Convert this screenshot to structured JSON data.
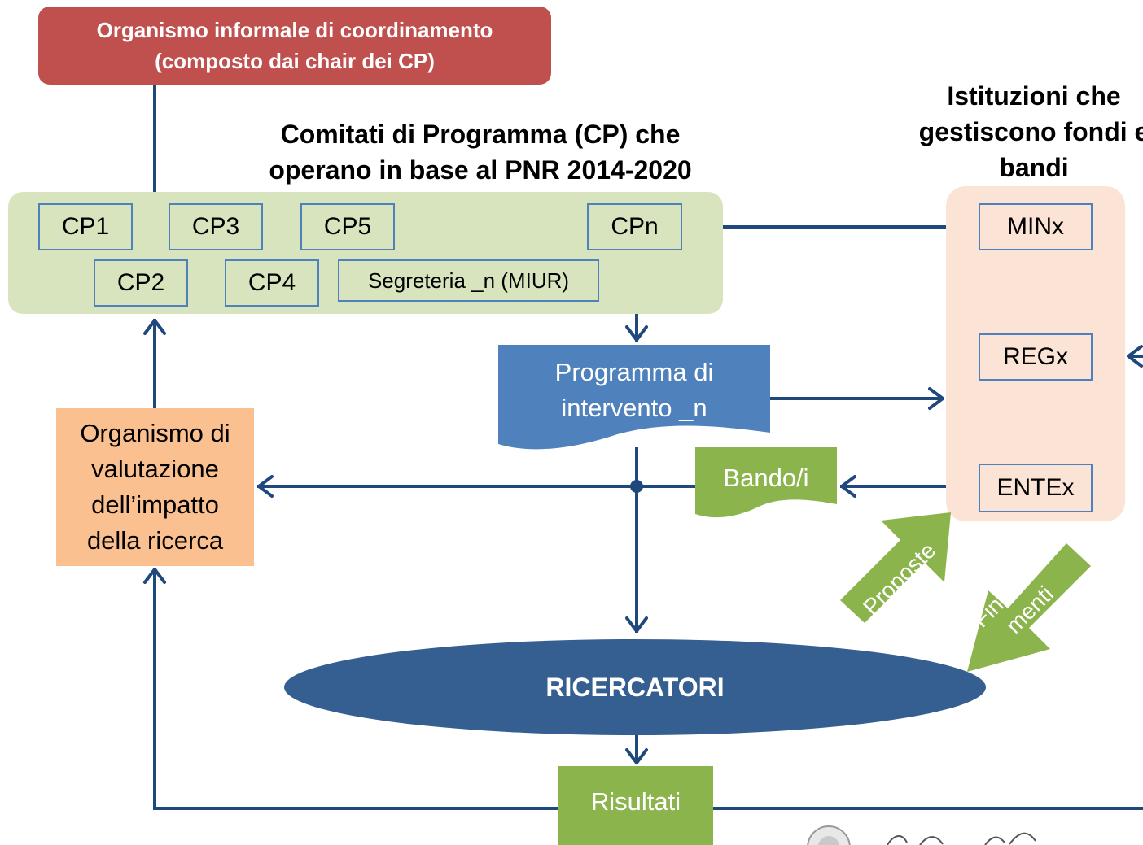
{
  "top_box": {
    "line1": "Organismo informale di coordinamento",
    "line2": "(composto dai chair dei CP)"
  },
  "cp_heading": {
    "line1": "Comitati di Programma (CP) che",
    "line2": "operano in base al PNR  2014-2020"
  },
  "inst_heading": {
    "line1": "Istituzioni che",
    "line2": "gestiscono fondi e",
    "line3": "bandi"
  },
  "cp_boxes": {
    "cp1": "CP1",
    "cp2": "CP2",
    "cp3": "CP3",
    "cp4": "CP4",
    "cp5": "CP5",
    "cpn": "CPn",
    "segreteria": "Segreteria _n (MIUR)"
  },
  "institutions": {
    "min": "MINx",
    "reg": "REGx",
    "ente": "ENTEx"
  },
  "programma": {
    "line1": "Programma di",
    "line2": "intervento _n"
  },
  "bando": "Bando/i",
  "valutazione": {
    "line1": "Organismo di",
    "line2": "valutazione",
    "line3": "dell’impatto",
    "line4": "della ricerca"
  },
  "ricercatori": "RICERCATORI",
  "risultati": "Risultati",
  "proposte": "Proposte",
  "finanziamenti": {
    "line1": "Finanzia-",
    "line2": "menti"
  },
  "colors": {
    "navy": "#1f497d",
    "top_red": "#c0504d",
    "cp_green_bg": "#d7e4bd",
    "box_border": "#4f81bd",
    "inst_peach": "#fbe4d5",
    "programma_blue": "#4f81bd",
    "bando_green": "#8cb44c",
    "valutazione_orange": "#fac090",
    "ricercatori_blue": "#365f91"
  }
}
